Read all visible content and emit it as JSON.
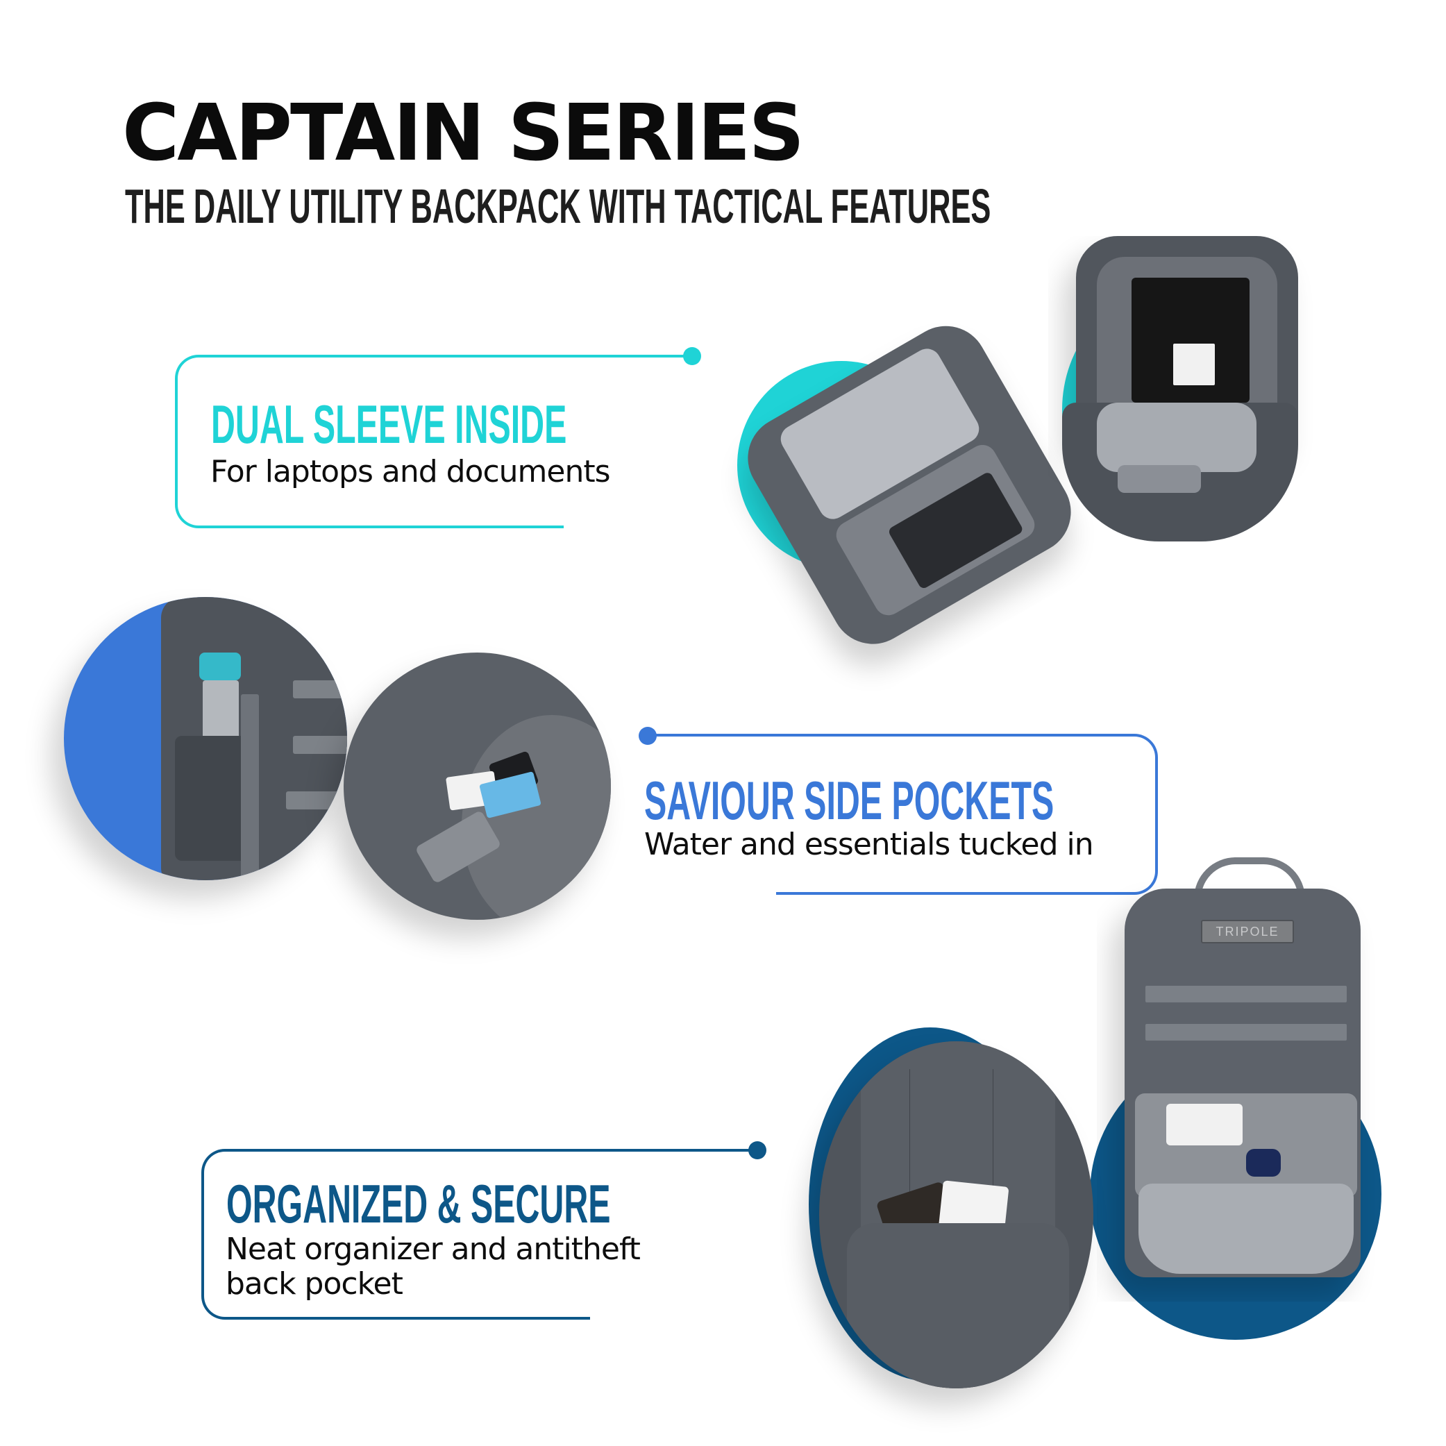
{
  "header": {
    "title": "CAPTAIN SERIES",
    "subtitle": "THE DAILY UTILITY BACKPACK WITH TACTICAL FEATURES"
  },
  "features": [
    {
      "heading": "DUAL SLEEVE INSIDE",
      "description": "For laptops and documents",
      "accent_color": "#1fd3d6",
      "images": [
        "open-backpack-top-view",
        "open-backpack-laptop-sleeve"
      ]
    },
    {
      "heading": "SAVIOUR SIDE POCKETS",
      "description": "Water and essentials tucked in",
      "accent_color": "#3a78d8",
      "images": [
        "side-pocket-water-bottle",
        "side-pocket-cards-phone"
      ]
    },
    {
      "heading": "ORGANIZED & SECURE",
      "description_lines": [
        "Neat organizer and antitheft",
        "back pocket"
      ],
      "accent_color": "#0d5788",
      "images": [
        "antitheft-back-pocket",
        "front-organizer-open"
      ]
    }
  ],
  "brand_patch": "TRIPOLE",
  "colors": {
    "background": "#ffffff",
    "title": "#0b0b0b",
    "subtitle": "#1e1e1e",
    "fabric_dark": "#4f555d",
    "fabric_mid": "#6b7179",
    "lining": "#a9adb3"
  }
}
